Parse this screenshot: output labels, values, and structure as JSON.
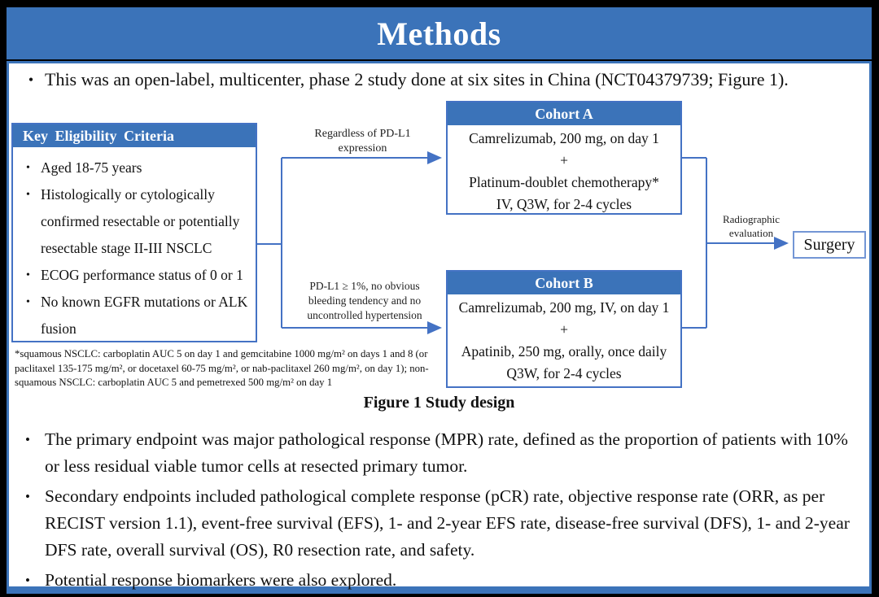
{
  "slide": {
    "title": "Methods"
  },
  "colors": {
    "accent_blue": "#3b73b9",
    "connector_blue": "#4472c4",
    "surgery_border": "#7396d5"
  },
  "intro_bullet": "This was an open-label, multicenter, phase 2 study done at six sites in China (NCT04379739; Figure 1).",
  "figure": {
    "eligibility": {
      "header": "Key Eligibility Criteria",
      "items": [
        "Aged 18-75 years",
        "Histologically or cytologically confirmed resectable or potentially resectable stage II-III NSCLC",
        "ECOG performance status of 0 or 1",
        "No known EGFR mutations or ALK fusion"
      ]
    },
    "branch_top_label": "Regardless of PD-L1 expression",
    "branch_bottom_label": "PD-L1 ≥ 1%, no obvious bleeding tendency and no uncontrolled hypertension",
    "cohort_a": {
      "header": "Cohort A",
      "lines": [
        "Camrelizumab, 200 mg, on day 1",
        "+",
        "Platinum-doublet chemotherapy*",
        "IV, Q3W, for 2-4 cycles"
      ]
    },
    "cohort_b": {
      "header": "Cohort B",
      "lines": [
        "Camrelizumab, 200 mg, IV, on day 1",
        "+",
        "Apatinib, 250 mg, orally, once daily",
        "Q3W, for 2-4 cycles"
      ]
    },
    "evaluation_label": "Radiographic evaluation",
    "surgery_label": "Surgery",
    "footnote": "*squamous NSCLC: carboplatin AUC 5 on day 1 and gemcitabine 1000 mg/m² on days 1 and 8 (or paclitaxel 135-175 mg/m², or docetaxel 60-75 mg/m², or nab-paclitaxel 260 mg/m², on day 1); non-squamous NSCLC: carboplatin AUC 5 and pemetrexed 500 mg/m² on day 1",
    "caption": "Figure 1 Study design"
  },
  "bullets": [
    "The primary endpoint was major pathological response (MPR) rate, defined as the proportion of patients with 10% or less residual viable tumor cells at resected primary tumor.",
    "Secondary endpoints included pathological complete response (pCR) rate, objective response rate (ORR, as per RECIST version 1.1), event-free survival (EFS), 1- and 2-year EFS rate, disease-free survival (DFS), 1- and 2-year DFS rate, overall survival (OS), R0 resection rate, and safety.",
    "Potential response biomarkers were also explored."
  ]
}
